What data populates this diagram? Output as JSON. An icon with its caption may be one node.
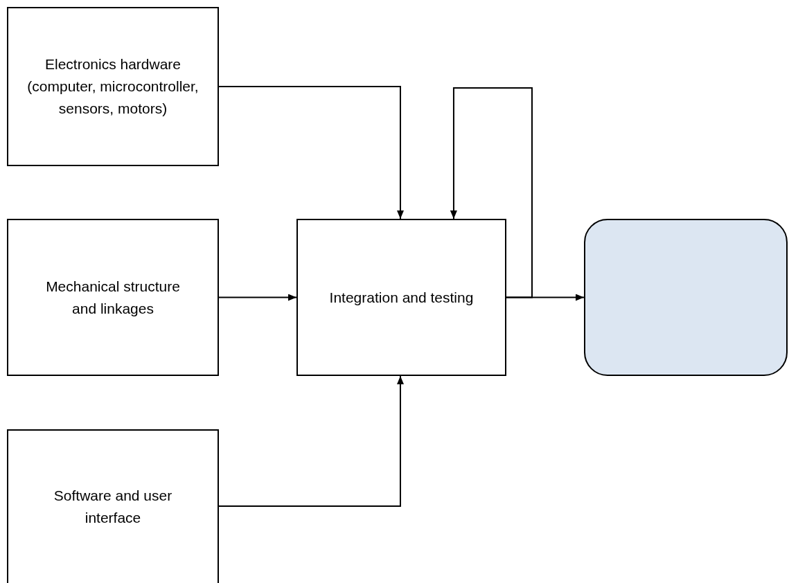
{
  "diagram": {
    "nodes": [
      {
        "text": [
          "Electronics hardware (computer, microcontroller, sensors, motors)"
        ]
      },
      {
        "text": [
          "Mechanical structure and linkages"
        ]
      },
      {
        "text": [
          "Software and user interface"
        ]
      },
      {
        "text": [
          "Integration and testing"
        ]
      },
      {
        "text": [],
        "shape": "box"
      }
    ],
    "edges": [
      {
        "from": 0,
        "to": 3,
        "arrow": "to"
      },
      {
        "from": 1,
        "to": 3,
        "arrow": "to"
      },
      {
        "from": 2,
        "to": 3,
        "arrow": "to"
      },
      {
        "from": 3,
        "to": 4,
        "arrow": "to"
      },
      {
        "from": 3,
        "to": 3,
        "arrow": "to"
      }
    ]
  }
}
